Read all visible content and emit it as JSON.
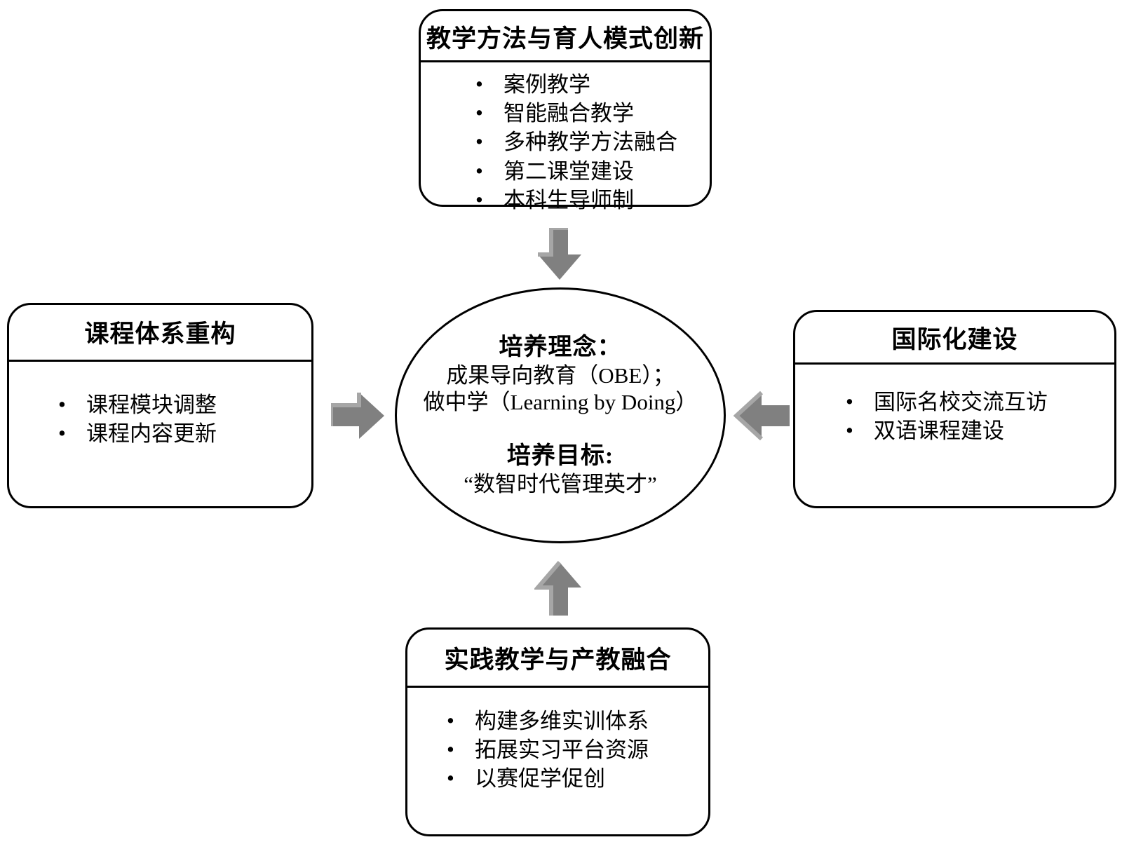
{
  "diagram": {
    "title_semantic": "talent-cultivation-model-diagram",
    "colors": {
      "stroke": "#000000",
      "background": "#ffffff",
      "arrow_fill": "#808080",
      "arrow_highlight": "#a6a6a6"
    },
    "center": {
      "concept_heading": "培养理念：",
      "concept_line_1": "成果导向教育（OBE）；",
      "concept_line_2": "做中学（Learning by Doing）",
      "goal_heading": "培养目标:",
      "goal_line": "“数智时代管理英才”"
    },
    "nodes": {
      "top": {
        "title": "教学方法与育人模式创新",
        "items": [
          "案例教学",
          "智能融合教学",
          "多种教学方法融合",
          "第二课堂建设",
          "本科生导师制"
        ]
      },
      "left": {
        "title": "课程体系重构",
        "items": [
          "课程模块调整",
          "课程内容更新"
        ]
      },
      "right": {
        "title": "国际化建设",
        "items": [
          "国际名校交流互访",
          "双语课程建设"
        ]
      },
      "bottom": {
        "title": "实践教学与产教融合",
        "items": [
          "构建多维实训体系",
          "拓展实习平台资源",
          "以赛促学促创"
        ]
      }
    },
    "arrows": [
      {
        "name": "arrow-down-from-top-node",
        "direction": "down"
      },
      {
        "name": "arrow-right-from-left-node",
        "direction": "right"
      },
      {
        "name": "arrow-left-from-right-node",
        "direction": "left"
      },
      {
        "name": "arrow-up-from-bottom-node",
        "direction": "up"
      }
    ]
  }
}
